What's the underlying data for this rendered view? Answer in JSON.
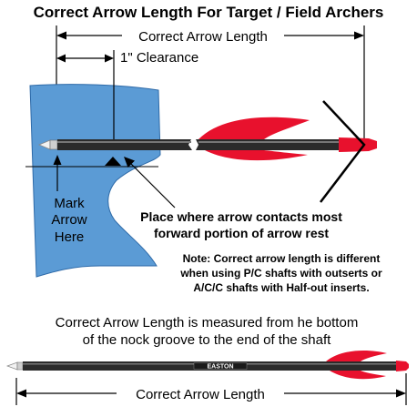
{
  "title": "Correct Arrow Length For Target / Field Archers",
  "top_diagram": {
    "arrow_length_label": "Correct Arrow Length",
    "clearance_label": "1\" Clearance",
    "mark_label_lines": [
      "Mark",
      "Arrow",
      "Here"
    ],
    "contact_label_lines": [
      "Place where arrow contacts most",
      "forward portion of arrow rest"
    ],
    "note_lines": [
      "Note: Correct arrow length is different",
      "when using P/C shafts with outserts or",
      "A/C/C shafts with Half-out inserts."
    ]
  },
  "caption_lines": [
    "Correct Arrow Length is measured from he bottom",
    "of the nock groove to the end of the shaft"
  ],
  "shaft_brand": "EASTON",
  "bottom_length_label": "Correct Arrow Length",
  "colors": {
    "riser_blue": "#5b9bd5",
    "fletch_red": "#e8112d",
    "shaft_dark": "#2b2b2b",
    "line_black": "#000000"
  }
}
